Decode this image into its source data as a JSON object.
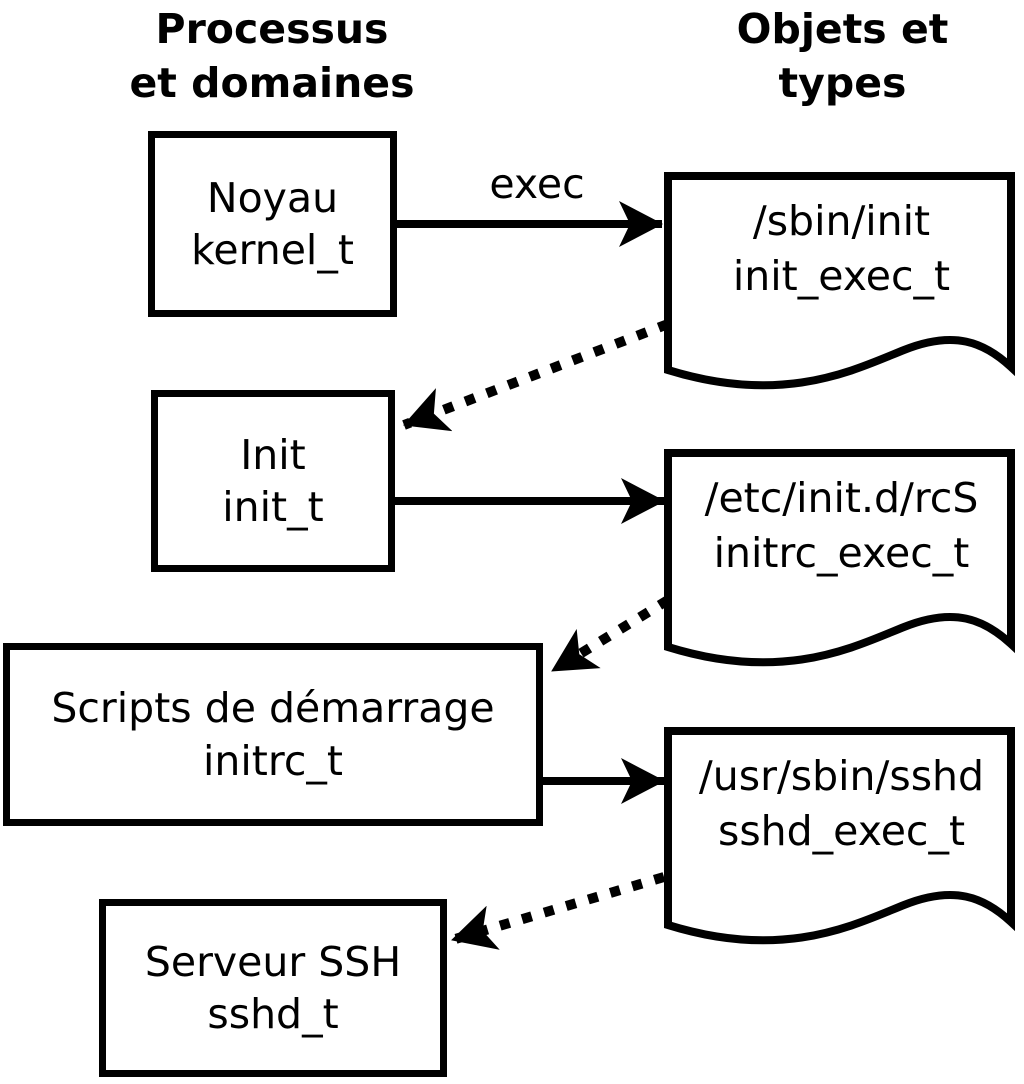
{
  "headers": {
    "left": [
      "Processus",
      "et domaines"
    ],
    "right": [
      "Objets et",
      "types"
    ]
  },
  "processes": [
    {
      "name": "Noyau",
      "type": "kernel_t"
    },
    {
      "name": "Init",
      "type": "init_t"
    },
    {
      "name": "Scripts de démarrage",
      "type": "initrc_t"
    },
    {
      "name": "Serveur SSH",
      "type": "sshd_t"
    }
  ],
  "objects": [
    {
      "path": "/sbin/init",
      "type": "init_exec_t"
    },
    {
      "path": "/etc/init.d/rcS",
      "type": "initrc_exec_t"
    },
    {
      "path": "/usr/sbin/sshd",
      "type": "sshd_exec_t"
    }
  ],
  "edges": {
    "exec_label": "exec"
  },
  "colors": {
    "foreground": "#000000",
    "background": "#ffffff"
  }
}
